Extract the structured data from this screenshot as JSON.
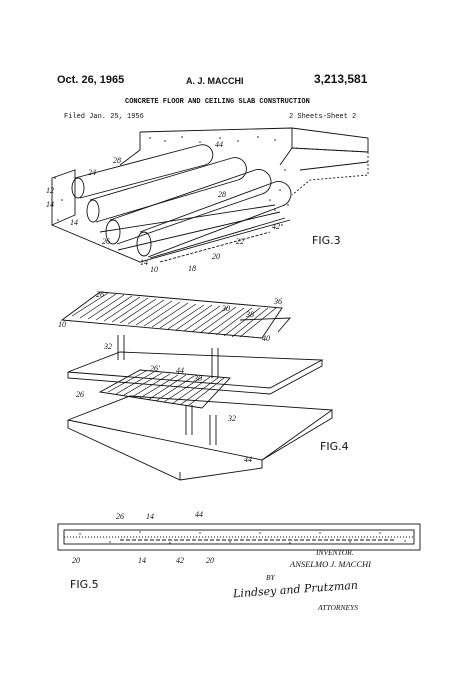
{
  "header": {
    "date": "Oct. 26, 1965",
    "inventor_short": "A. J. MACCHI",
    "patent_number": "3,213,581",
    "title": "CONCRETE FLOOR AND CEILING SLAB CONSTRUCTION",
    "filed": "Filed Jan. 25, 1956",
    "sheets": "2 Sheets-Sheet 2"
  },
  "figures": {
    "fig3": {
      "label": "FIG.3",
      "refs": [
        "28",
        "44",
        "24",
        "12",
        "14",
        "28",
        "14",
        "26",
        "22",
        "42",
        "20",
        "14",
        "18",
        "10"
      ]
    },
    "fig4": {
      "label": "FIG.4",
      "refs": [
        "26",
        "30",
        "36",
        "10",
        "38",
        "32",
        "40",
        "26'",
        "44",
        "30",
        "26",
        "32",
        "44"
      ]
    },
    "fig5": {
      "label": "FIG.5",
      "refs": [
        "26",
        "14",
        "44",
        "20",
        "14",
        "42",
        "20"
      ]
    }
  },
  "footer": {
    "inventor_heading": "INVENTOR.",
    "inventor_name": "ANSELMO J. MACCHI",
    "by": "BY",
    "signature": "Lindsey and Prutzman",
    "attorneys": "ATTORNEYS"
  }
}
